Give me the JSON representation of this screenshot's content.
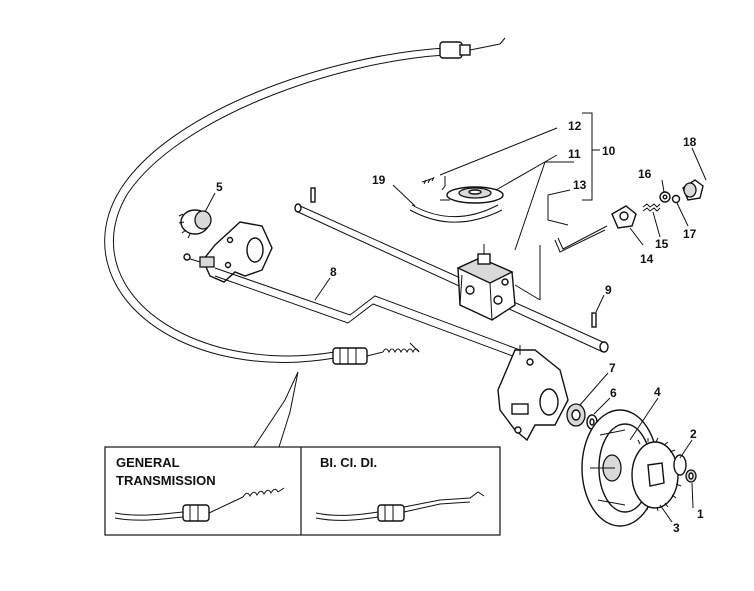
{
  "diagram": {
    "callouts": [
      {
        "id": "1",
        "text": "1"
      },
      {
        "id": "2",
        "text": "2"
      },
      {
        "id": "3",
        "text": "3"
      },
      {
        "id": "4",
        "text": "4"
      },
      {
        "id": "5",
        "text": "5"
      },
      {
        "id": "6",
        "text": "6"
      },
      {
        "id": "7",
        "text": "7"
      },
      {
        "id": "8",
        "text": "8"
      },
      {
        "id": "9",
        "text": "9"
      },
      {
        "id": "10",
        "text": "10"
      },
      {
        "id": "11",
        "text": "11"
      },
      {
        "id": "12",
        "text": "12"
      },
      {
        "id": "13",
        "text": "13"
      },
      {
        "id": "14",
        "text": "14"
      },
      {
        "id": "15",
        "text": "15"
      },
      {
        "id": "16",
        "text": "16"
      },
      {
        "id": "17",
        "text": "17"
      },
      {
        "id": "18",
        "text": "18"
      },
      {
        "id": "19",
        "text": "19"
      }
    ],
    "inset": {
      "left_label_line1": "GENERAL",
      "left_label_line2": "TRANSMISSION",
      "right_label": "BI. CI. DI."
    }
  }
}
